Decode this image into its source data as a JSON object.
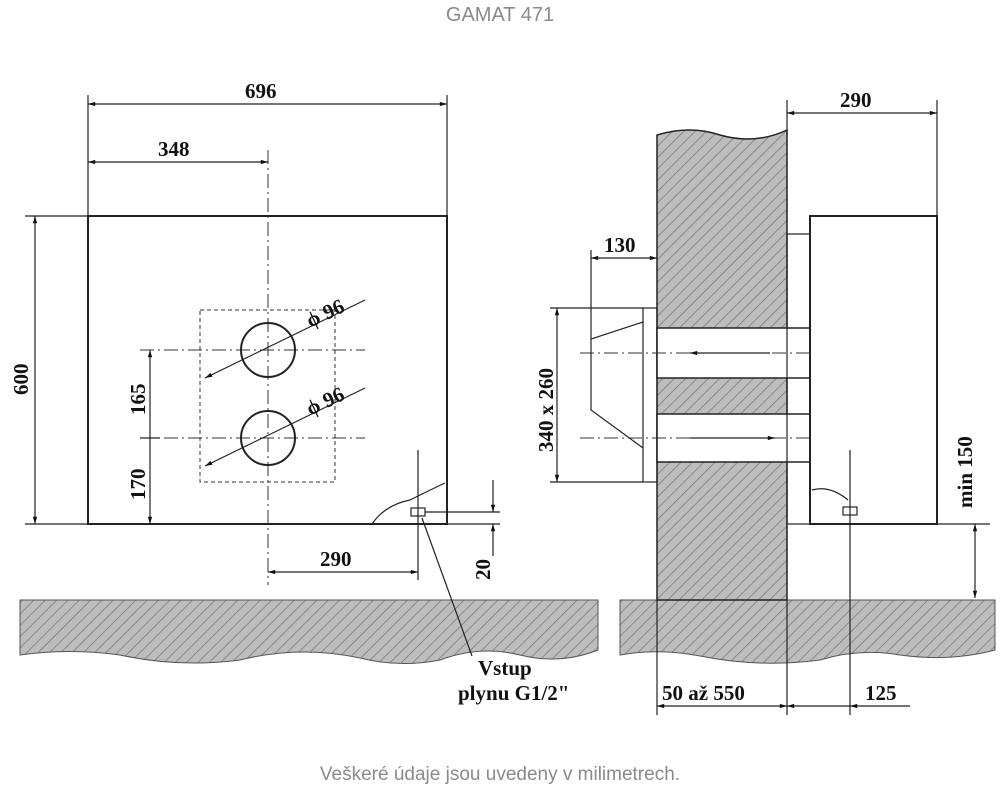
{
  "title": "GAMAT 471",
  "footer": "Veškeré údaje jsou uvedeny v milimetrech.",
  "front_view": {
    "width": "696",
    "center_offset": "348",
    "height": "600",
    "pipe_spacing": "165",
    "lower_pipe_height": "170",
    "gas_offset": "290",
    "gas_height": "20",
    "pipe_diameter_1": "ϕ 96",
    "pipe_diameter_2": "ϕ 96",
    "gas_label_line1": "Vstup",
    "gas_label_line2": "plynu G1/2\""
  },
  "side_view": {
    "depth": "290",
    "terminal_depth": "130",
    "terminal_size": "340  x 260",
    "min_floor": "min 150",
    "wall_thickness": "50 až 550",
    "gas_distance": "125"
  }
}
